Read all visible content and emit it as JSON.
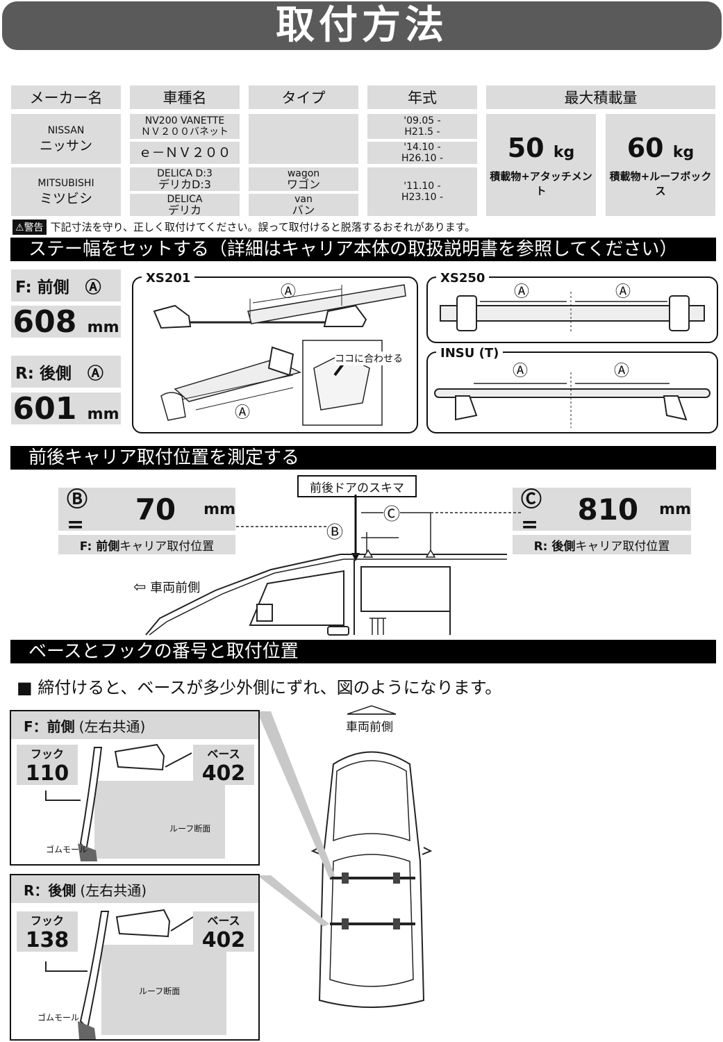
{
  "title": "取付方法",
  "table": {
    "headers": [
      "メーカー名",
      "車種名",
      "タイプ",
      "年式",
      "最大積載量"
    ],
    "maker1_en": "NISSAN",
    "maker1_jp": "ニッサン",
    "maker2_en": "MITSUBISHI",
    "maker2_jp": "ミツビシ",
    "model1_en": "NV200 VANETTE",
    "model1_jp": "ＮＶ２００バネット",
    "model2": "ｅ－ＮＶ２００",
    "model3_en": "DELICA D:3",
    "model3_jp": "デリカD:3",
    "model4_en": "DELICA",
    "model4_jp": "デリカ",
    "type1_en": "wagon",
    "type1_jp": "ワゴン",
    "type2_en": "van",
    "type2_jp": "バン",
    "year1a": "'09.05 -",
    "year1b": "H21.5 -",
    "year2a": "'14.10 -",
    "year2b": "H26.10 -",
    "year3a": "'11.10 -",
    "year3b": "H23.10 -",
    "load1_value": "50",
    "load1_unit": "kg",
    "load1_note": "積載物+アタッチメント",
    "load2_value": "60",
    "load2_unit": "kg",
    "load2_note": "積載物+ルーフボックス"
  },
  "warning": {
    "badge": "警告",
    "text": "下記寸法を守り、正しく取付けてください。誤って取付けると脱落するおそれがあります。"
  },
  "section1": {
    "title": "ステー幅をセットする（詳細はキャリア本体の取扱説明書を参照してください）",
    "front_label": "F: 前側　Ⓐ",
    "front_value": "608",
    "unit": "mm",
    "rear_label": "R: 後側　Ⓐ",
    "rear_value": "601",
    "panel1_tag": "XS201",
    "panel1_note": "ココに合わせる",
    "panel2_tag": "XS250",
    "panel3_tag": "INSU (T)",
    "a_mark": "Ⓐ"
  },
  "section2": {
    "title": "前後キャリア取付位置を測定する",
    "b_label": "Ⓑ =",
    "b_value": "70",
    "b_caption_bold": "F: 前側",
    "b_caption": "キャリア取付位置",
    "c_label": "Ⓒ =",
    "c_value": "810",
    "c_caption_bold": "R: 後側",
    "c_caption": "キャリア取付位置",
    "unit": "mm",
    "door_gap": "前後ドアのスキマ",
    "vehicle_front": "車両前側",
    "b_mark": "Ⓑ",
    "c_mark": "Ⓒ"
  },
  "section3": {
    "title": "ベースとフックの番号と取付位置",
    "note": "■ 締付けると、ベースが多少外側にずれ、図のようになります。",
    "vehicle_front": "車両前側",
    "front_box": {
      "title_bold": "F：前側",
      "title": "(左右共通)",
      "hook_label": "フック",
      "hook_value": "110",
      "base_label": "ベース",
      "base_value": "402",
      "roof": "ルーフ断面",
      "rubber": "ゴムモール"
    },
    "rear_box": {
      "title_bold": "R：後側",
      "title": "(左右共通)",
      "hook_label": "フック",
      "hook_value": "138",
      "base_label": "ベース",
      "base_value": "402",
      "roof": "ルーフ断面",
      "rubber": "ゴムモール"
    }
  }
}
